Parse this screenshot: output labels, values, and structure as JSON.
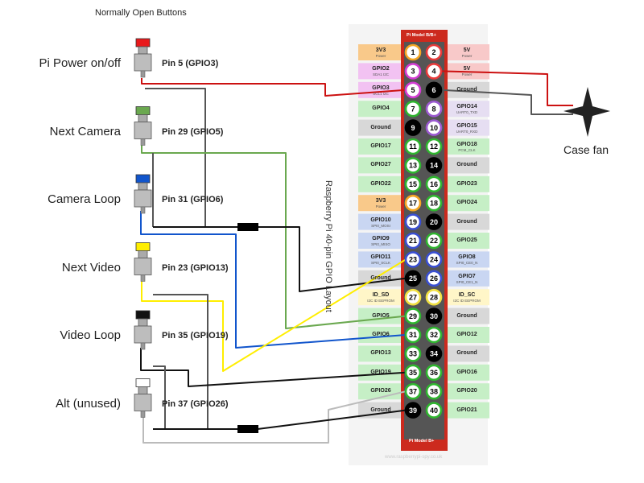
{
  "title": "Normally Open Buttons",
  "board_title": "Raspberry Pi 40-pin GPIO Layout",
  "header_top": "Pi Model B/B+",
  "header_bottom": "Pi Model B+",
  "watermark": "www.raspberrypi-spy.co.uk",
  "fan_label": "Case fan",
  "buttons": [
    {
      "label": "Pi Power on/off",
      "pin": "Pin 5 (GPIO3)",
      "color": "#e8191b"
    },
    {
      "label": "Next Camera",
      "pin": "Pin 29 (GPIO5)",
      "color": "#6aa84f"
    },
    {
      "label": "Camera Loop",
      "pin": "Pin 31 (GPIO6)",
      "color": "#1155cc"
    },
    {
      "label": "Next Video",
      "pin": "Pin 23 (GPIO13)",
      "color": "#ffee00"
    },
    {
      "label": "Video Loop",
      "pin": "Pin 35 (GPIO19)",
      "color": "#111111"
    },
    {
      "label": "Alt (unused)",
      "pin": "Pin 37 (GPIO26)",
      "color": "#ffffff"
    }
  ],
  "left_pins": [
    {
      "name": "3V3",
      "sub": "Power",
      "type": "power3"
    },
    {
      "name": "GPIO2",
      "sub": "SDA1 I2C",
      "type": "i2c"
    },
    {
      "name": "GPIO3",
      "sub": "SCL1 I2C",
      "type": "i2c"
    },
    {
      "name": "GPIO4",
      "sub": "",
      "type": "gpio"
    },
    {
      "name": "Ground",
      "sub": "",
      "type": "ground"
    },
    {
      "name": "GPIO17",
      "sub": "",
      "type": "gpio"
    },
    {
      "name": "GPIO27",
      "sub": "",
      "type": "gpio"
    },
    {
      "name": "GPIO22",
      "sub": "",
      "type": "gpio"
    },
    {
      "name": "3V3",
      "sub": "Power",
      "type": "power3"
    },
    {
      "name": "GPIO10",
      "sub": "SPI0_MOSI",
      "type": "spi"
    },
    {
      "name": "GPIO9",
      "sub": "SPI0_MISO",
      "type": "spi"
    },
    {
      "name": "GPIO11",
      "sub": "SPI0_SCLK",
      "type": "spi"
    },
    {
      "name": "Ground",
      "sub": "",
      "type": "ground"
    },
    {
      "name": "ID_SD",
      "sub": "I2C ID EEPROM",
      "type": "id"
    },
    {
      "name": "GPIO5",
      "sub": "",
      "type": "gpio"
    },
    {
      "name": "GPIO6",
      "sub": "",
      "type": "gpio"
    },
    {
      "name": "GPIO13",
      "sub": "",
      "type": "gpio"
    },
    {
      "name": "GPIO19",
      "sub": "",
      "type": "gpio"
    },
    {
      "name": "GPIO26",
      "sub": "",
      "type": "gpio"
    },
    {
      "name": "Ground",
      "sub": "",
      "type": "ground"
    }
  ],
  "right_pins": [
    {
      "name": "5V",
      "sub": "Power",
      "type": "power5"
    },
    {
      "name": "5V",
      "sub": "Power",
      "type": "power5"
    },
    {
      "name": "Ground",
      "sub": "",
      "type": "ground"
    },
    {
      "name": "GPIO14",
      "sub": "UART0_TXD",
      "type": "uart"
    },
    {
      "name": "GPIO15",
      "sub": "UART0_RXD",
      "type": "uart"
    },
    {
      "name": "GPIO18",
      "sub": "PCM_CLK",
      "type": "gpio"
    },
    {
      "name": "Ground",
      "sub": "",
      "type": "ground"
    },
    {
      "name": "GPIO23",
      "sub": "",
      "type": "gpio"
    },
    {
      "name": "GPIO24",
      "sub": "",
      "type": "gpio"
    },
    {
      "name": "Ground",
      "sub": "",
      "type": "ground"
    },
    {
      "name": "GPIO25",
      "sub": "",
      "type": "gpio"
    },
    {
      "name": "GPIO8",
      "sub": "SPI0_CE0_N",
      "type": "spi"
    },
    {
      "name": "GPIO7",
      "sub": "SPI0_CE1_N",
      "type": "spi"
    },
    {
      "name": "ID_SC",
      "sub": "I2C ID EEPROM",
      "type": "id"
    },
    {
      "name": "Ground",
      "sub": "",
      "type": "ground"
    },
    {
      "name": "GPIO12",
      "sub": "",
      "type": "gpio"
    },
    {
      "name": "Ground",
      "sub": "",
      "type": "ground"
    },
    {
      "name": "GPIO16",
      "sub": "",
      "type": "gpio"
    },
    {
      "name": "GPIO20",
      "sub": "",
      "type": "gpio"
    },
    {
      "name": "GPIO21",
      "sub": "",
      "type": "gpio"
    }
  ],
  "type_colors": {
    "power3": {
      "bg": "#f9c98a",
      "ring": "#f5a623"
    },
    "power5": {
      "bg": "#f8c9c9",
      "ring": "#e83a3a"
    },
    "i2c": {
      "bg": "#f2c2f2",
      "ring": "#d23cd2"
    },
    "gpio": {
      "bg": "#c6efc6",
      "ring": "#2fb52f"
    },
    "ground": {
      "bg": "#d8d8d8",
      "ring": "#000000"
    },
    "spi": {
      "bg": "#c9d6f2",
      "ring": "#3a4fd2"
    },
    "uart": {
      "bg": "#e6def2",
      "ring": "#9b59d0"
    },
    "id": {
      "bg": "#fff6c8",
      "ring": "#f0e040"
    }
  },
  "wire_colors": {
    "red": "#cc1111",
    "green": "#6aa84f",
    "blue": "#1155cc",
    "yellow": "#ffee00",
    "black": "#111111",
    "gray": "#bbbbbb",
    "dark": "#555555"
  }
}
